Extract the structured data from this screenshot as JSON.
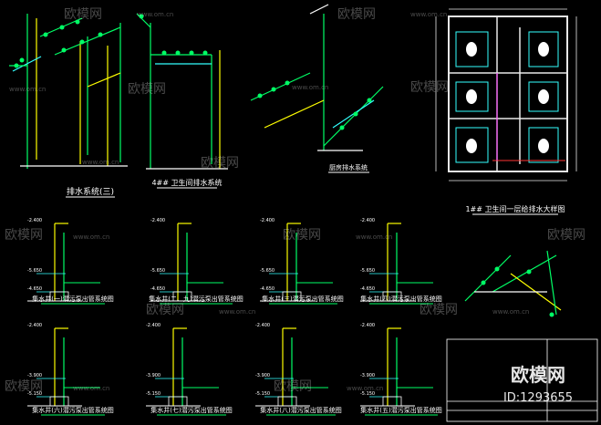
{
  "titles": {
    "drain_system_3": "排水系统(三)",
    "toilet4_drain": "4## 卫生间排水系统",
    "kitchen_drain": "厨房排水系统",
    "toilet1_plan": "1## 卫生间一层给排水大样图",
    "pit1": "集水井(一)潜污泵出管系统图",
    "pit2_9": "集水井(二、九)潜污泵出管系统图",
    "pit3": "集水井(三)潜污泵出管系统图",
    "pit4": "集水井(四)潜污泵出管系统图",
    "pit6": "集水井(六)潜污泵出管系统图",
    "pit7": "集水井(七)潜污泵出管系统图",
    "pit8": "集水井(八)潜污泵出管系统图",
    "pit5": "集水井(五)潜污泵出管系统图"
  },
  "elevations": [
    "-2.400",
    "-5.650",
    "-4.650",
    "-3.900",
    "-5.150"
  ],
  "watermark": {
    "brand": "欧模网",
    "url": "www.om.cn",
    "id": "ID:1293655"
  },
  "colors": {
    "bg": "#000000",
    "pipe_green": "#00ff66",
    "pipe_yellow": "#ffff00",
    "pipe_cyan": "#33ffff",
    "title_white": "#ffffff",
    "wall_white": "#e8e8e8",
    "red": "#ff3333",
    "magenta": "#ff33ff"
  }
}
